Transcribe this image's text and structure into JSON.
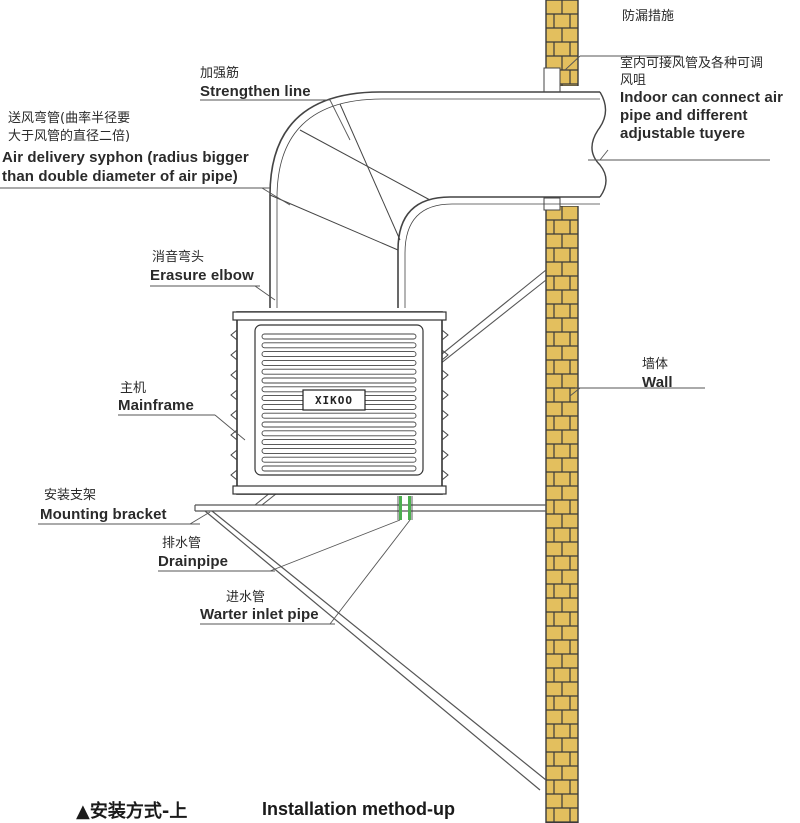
{
  "labels": {
    "leak_prevention_cn": "防漏措施",
    "indoor_cn_1": "室内可接风管及各种可调",
    "indoor_cn_2": "风咀",
    "indoor_en_1": "Indoor can connect air",
    "indoor_en_2": "pipe and different",
    "indoor_en_3": "adjustable tuyere",
    "strengthen_cn": "加强筋",
    "strengthen_en": "Strengthen line",
    "delivery_cn_1": "送风弯管(曲率半径要",
    "delivery_cn_2": "大于风管的直径二倍)",
    "delivery_en_1": "Air delivery syphon (radius bigger",
    "delivery_en_2": "than double diameter of air pipe)",
    "erasure_cn": "消音弯头",
    "erasure_en": "Erasure elbow",
    "mainframe_cn": "主机",
    "mainframe_en": "Mainframe",
    "wall_cn": "墙体",
    "wall_en": "Wall",
    "bracket_cn": "安装支架",
    "bracket_en": "Mounting bracket",
    "drain_cn": "排水管",
    "drain_en": "Drainpipe",
    "inlet_cn": "进水管",
    "inlet_en": "Warter inlet pipe"
  },
  "brand": "XIKOO",
  "caption": {
    "cn": "▲安装方式-上",
    "en": "Installation method-up"
  },
  "colors": {
    "brick": "#e3bf5e",
    "mortar": "#3a3a3a",
    "line": "#555555"
  }
}
